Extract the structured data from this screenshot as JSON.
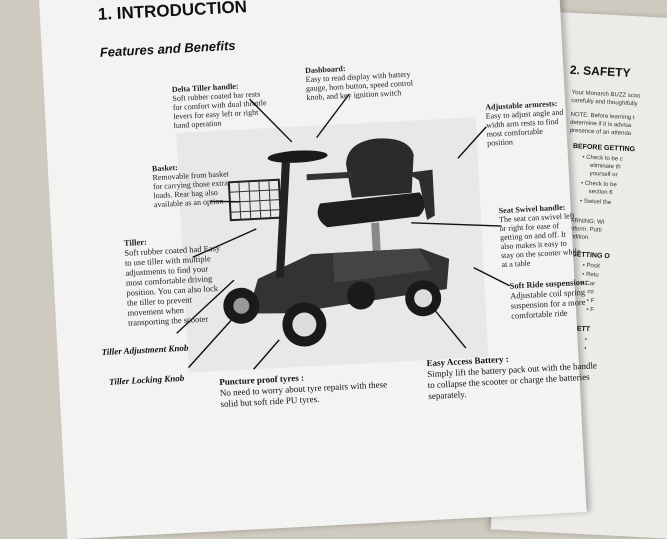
{
  "left_page": {
    "heading": "1. INTRODUCTION",
    "subheading": "Features and Benefits",
    "annotations": {
      "delta_tiller": {
        "title": "Delta Tiller handle:",
        "text": "Soft rubber coated bar rests for comfort with dual throttle levers for easy left or right hand operation"
      },
      "dashboard": {
        "title": "Dashboard:",
        "text": "Easy to read display with battery gauge, horn button, speed control knob, and key ignition switch"
      },
      "armrests": {
        "title": "Adjustable armrests:",
        "text": "Easy to adjust angle and width arm rests to find most comfortable position"
      },
      "basket": {
        "title": "Basket:",
        "text": "Removable from basket for carrying those extra loads. Rear bag also available as an option"
      },
      "tiller": {
        "title": "Tiller:",
        "text": "Soft rubber coated had Easy to use tiller with multiple adjustments to find your most comfortable driving position. You can also lock the tiller to prevent movement when transporting the scooter"
      },
      "seat_swivel": {
        "title": "Seat Swivel handle:",
        "text": "The seat can swivel left or right for ease of getting on and off. It also makes it easy to stay on the scooter while at a table"
      },
      "soft_ride": {
        "title": "Soft Ride suspension:",
        "text": "Adjustable coil spring suspension for a more comfortable ride"
      },
      "tiller_adjustment": {
        "title": "Tiller Adjustment Knob"
      },
      "tiller_locking": {
        "title": "Tiller Locking Knob"
      },
      "puncture": {
        "title": "Puncture proof tyres :",
        "text": "No need to worry about tyre repairs with these solid but soft ride PU tyres."
      },
      "battery": {
        "title": "Easy Access Battery :",
        "text": "Simply lift the battery pack out with the handle to collapse the scooter or charge the batteries separately."
      }
    }
  },
  "right_page": {
    "heading": "2. SAFETY",
    "lines": [
      "Your Monarch BUZZ scoo",
      "carefully and thoughtfully",
      "NOTE: Before learning t",
      "determine if it is advisa",
      "presence of an attenda"
    ],
    "section1": "BEFORE GETTING",
    "bullets1": [
      "• Check to be c",
      "eliminate th",
      "yourself or",
      "• Check to be",
      "section 6",
      "• Swivel the"
    ],
    "warning": [
      "WARNING: WI",
      "platform. Putti",
      "condition."
    ],
    "section2": "GETTING O",
    "bullets2": [
      "• Posit",
      "• Retu",
      "• Car",
      "co",
      "• F",
      "• F"
    ],
    "section3": "GETT",
    "bullets3": [
      "•",
      "•"
    ]
  }
}
